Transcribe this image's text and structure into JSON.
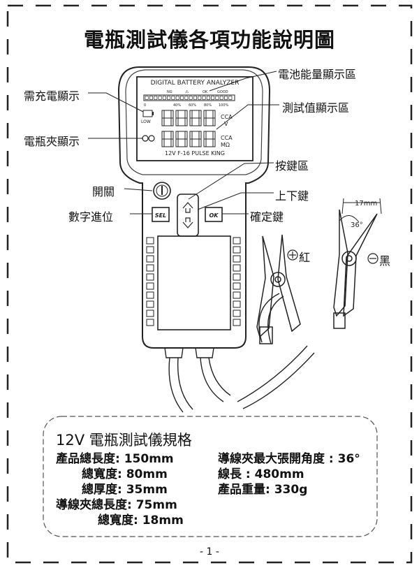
{
  "title": "電瓶測試儀各項功能說明圖",
  "callouts": {
    "battery_level": "電池能量顯示區",
    "charge_needed": "需充電顯示",
    "test_value": "測試值顯示區",
    "clip_display": "電瓶夾顯示",
    "keys_area": "按鍵區",
    "power_switch": "開關",
    "up_down_key": "上下鍵",
    "digit_advance": "數字進位",
    "confirm_key": "確定鍵",
    "red": "紅",
    "black": "黑",
    "jaw_width": "17mm",
    "jaw_angle": "36°"
  },
  "device": {
    "brand_line": "DIGITAL BATTERY ANALYZER",
    "scale_marks": [
      "0",
      "40%",
      "60%",
      "80%",
      "100%"
    ],
    "scale_top": [
      "NG",
      "⚠",
      "OK",
      "GOOD"
    ],
    "low_label": "LOW",
    "unit_cca": "CCA",
    "unit_v": "V",
    "unit_cca2": "CCA",
    "unit_mohm": "MΩ",
    "model_line": "12V    F-16 PULSE KING",
    "btn_sel": "SEL",
    "btn_ok": "OK"
  },
  "specs": {
    "heading": "12V 電瓶測試儀規格",
    "left": [
      "產品總長度: 150mm",
      "總寬度: 80mm",
      "總厚度: 35mm",
      "導線夾總長度: 75mm",
      "總寬度: 18mm"
    ],
    "right": [
      "導線夾最大張開角度 : 36°",
      "線長 : 480mm",
      "產品重量: 330g"
    ]
  },
  "page_number": "- 1 -"
}
